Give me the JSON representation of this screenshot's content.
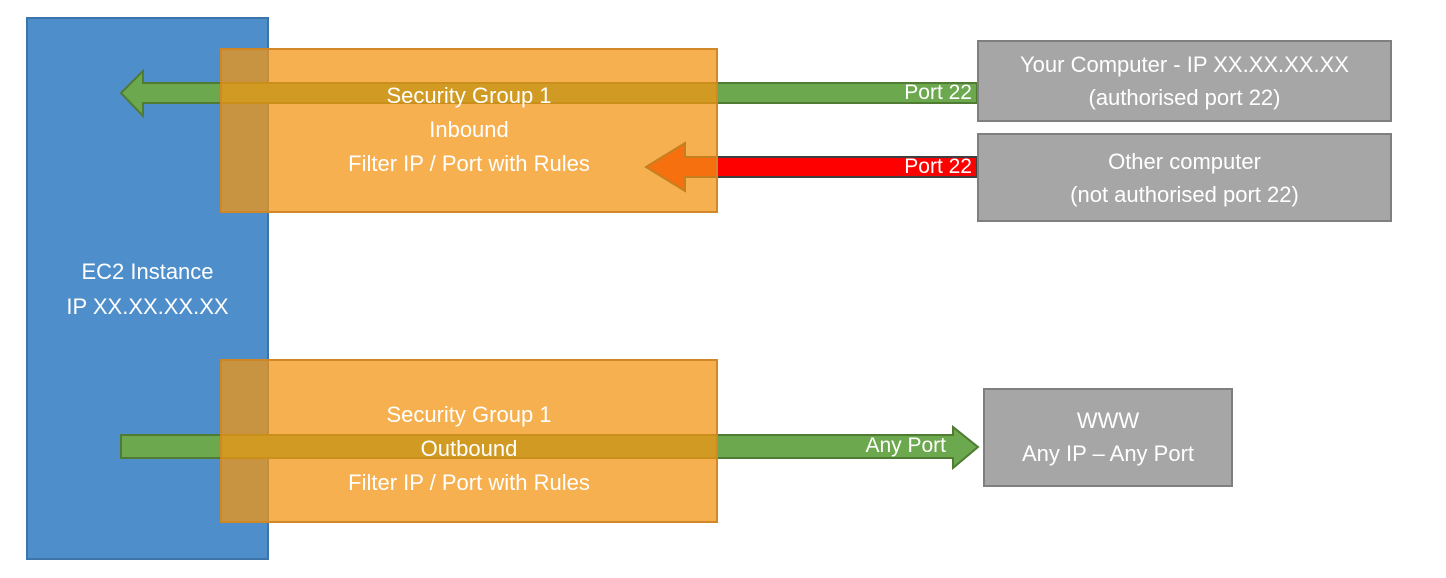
{
  "colors": {
    "ec2_blue": "#4E8ECA",
    "security_group_orange": "#F39614",
    "allowed_green": "#6CA84D",
    "denied_red": "#FF0000",
    "external_gray": "#A6A6A6"
  },
  "ec2_instance": {
    "lines": [
      "EC2 Instance",
      "IP XX.XX.XX.XX"
    ]
  },
  "security_group_inbound": {
    "lines": [
      "Security Group 1",
      "Inbound",
      "Filter IP / Port with Rules"
    ]
  },
  "security_group_outbound": {
    "lines": [
      "Security Group 1",
      "Outbound",
      "Filter IP / Port with Rules"
    ]
  },
  "your_computer": {
    "lines": [
      "Your Computer - IP XX.XX.XX.XX",
      "(authorised port 22)"
    ]
  },
  "other_computer": {
    "lines": [
      "Other computer",
      "(not authorised port 22)"
    ]
  },
  "www": {
    "lines": [
      "WWW",
      "Any IP – Any Port"
    ]
  },
  "arrow_labels": {
    "inbound_allowed": "Port 22",
    "inbound_denied": "Port 22",
    "outbound": "Any Port"
  }
}
